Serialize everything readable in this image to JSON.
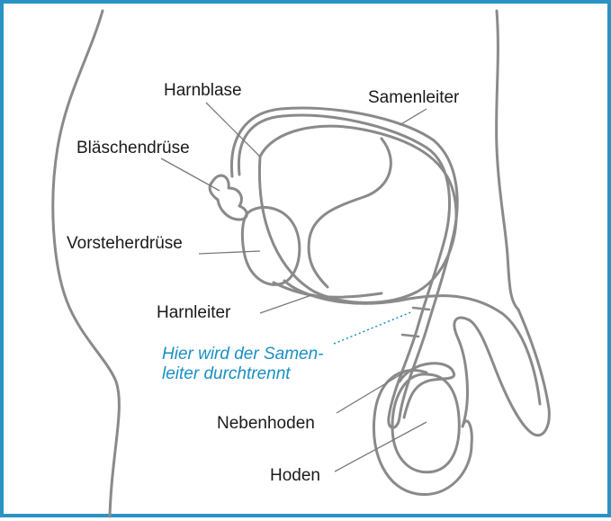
{
  "frame": {
    "border_color": "#2a93c4"
  },
  "labels": {
    "harnblase": "Harnblase",
    "samenleiter": "Samenleiter",
    "blaeschendruese": "Bläschendrüse",
    "vorsteherdruese": "Vorsteherdrüse",
    "harnleiter": "Harnleiter",
    "nebenhoden": "Nebenhoden",
    "hoden": "Hoden"
  },
  "callout": {
    "line1": "Hier wird der Samen-",
    "line2": "leiter durchtrennt",
    "color": "#1a8fc4"
  },
  "colors": {
    "outline": "#8a8a8a",
    "leader": "#7a7a7a"
  }
}
